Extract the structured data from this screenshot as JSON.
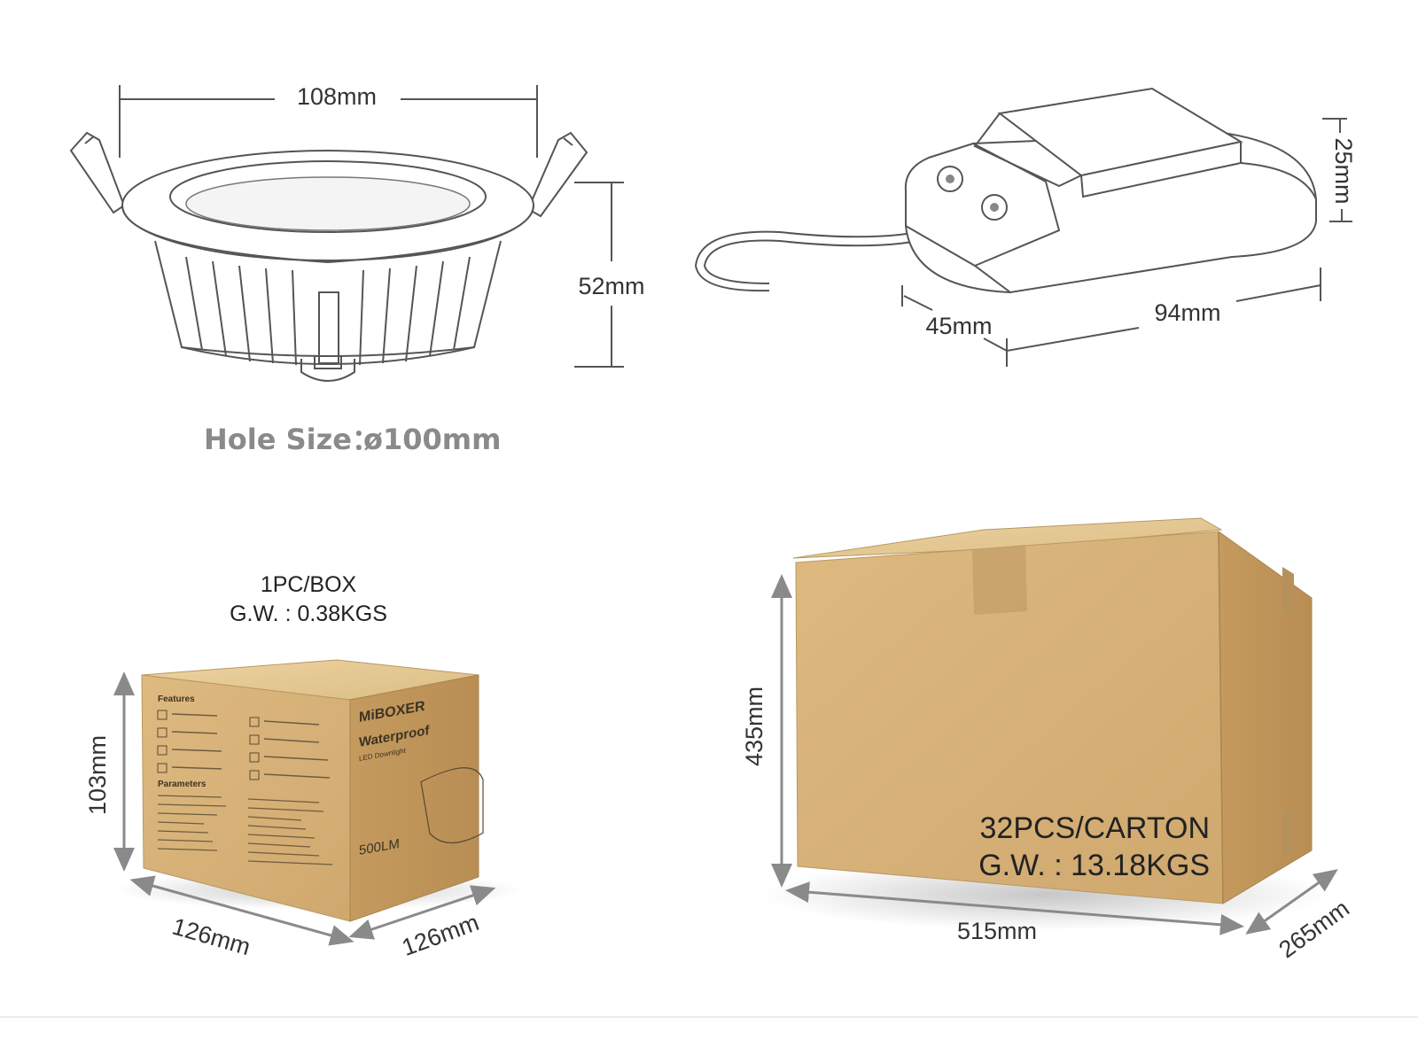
{
  "downlight": {
    "width_label": "108mm",
    "height_label": "52mm",
    "hole_size_label": "Hole Size：",
    "hole_size_value": "ø100mm"
  },
  "driver": {
    "height_label": "25mm",
    "depth_label": "45mm",
    "length_label": "94mm"
  },
  "gift_box": {
    "qty_label": "1PC/BOX",
    "weight_label": "G.W. : 0.38KGS",
    "height_label": "103mm",
    "width_label": "126mm",
    "depth_label": "126mm",
    "brand": "MiBOXER",
    "product_name": "Waterproof",
    "product_sub": "LED Downlight",
    "lumen": "500LM",
    "features_title": "Features",
    "parameters_title": "Parameters"
  },
  "carton": {
    "qty_label": "32PCS/CARTON",
    "weight_label": "G.W. : 13.18KGS",
    "height_label": "435mm",
    "width_label": "515mm",
    "depth_label": "265mm"
  },
  "colors": {
    "cardboard_front": "#d8b57c",
    "cardboard_side": "#c9a066",
    "cardboard_top": "#e6cb97",
    "line_gray": "#555555"
  }
}
